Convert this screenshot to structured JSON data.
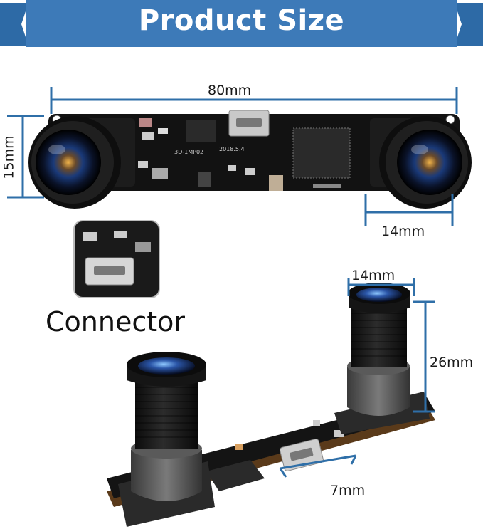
{
  "banner": {
    "title": "Product Size",
    "color": "#3d7ab8"
  },
  "dimensions": {
    "width_top": "80mm",
    "height_left": "15mm",
    "lens_width_top": "14mm",
    "lens_width_bottom": "14mm",
    "lens_height": "26mm",
    "connector_width": "7mm"
  },
  "connector": {
    "label": "Connector"
  },
  "board": {
    "silkscreen_model": "3D-1MP02",
    "silkscreen_date": "2018.5.4"
  },
  "colors": {
    "dimension_line": "#2f6fa8",
    "board": "#121212",
    "lens_ring": "#3a3a3a"
  }
}
